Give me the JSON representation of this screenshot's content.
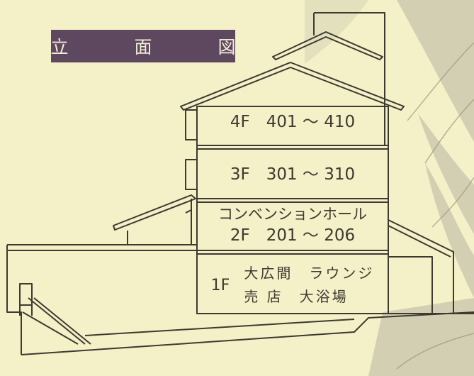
{
  "title": "立　面　図",
  "floors": {
    "f4": "4F　401 ～ 410",
    "f3": "3F　301 ～ 310",
    "f2_hall": "コンベンションホール",
    "f2": "2F　201 ～ 206",
    "f1_num": "1F",
    "f1_line1": "大広間　ラウンジ",
    "f1_line2": "売 店　大浴場"
  },
  "colors": {
    "background": "#f4f0c8",
    "title_bg": "#5e4860",
    "line": "#3d3a30",
    "leaf": "#b8b49a"
  }
}
